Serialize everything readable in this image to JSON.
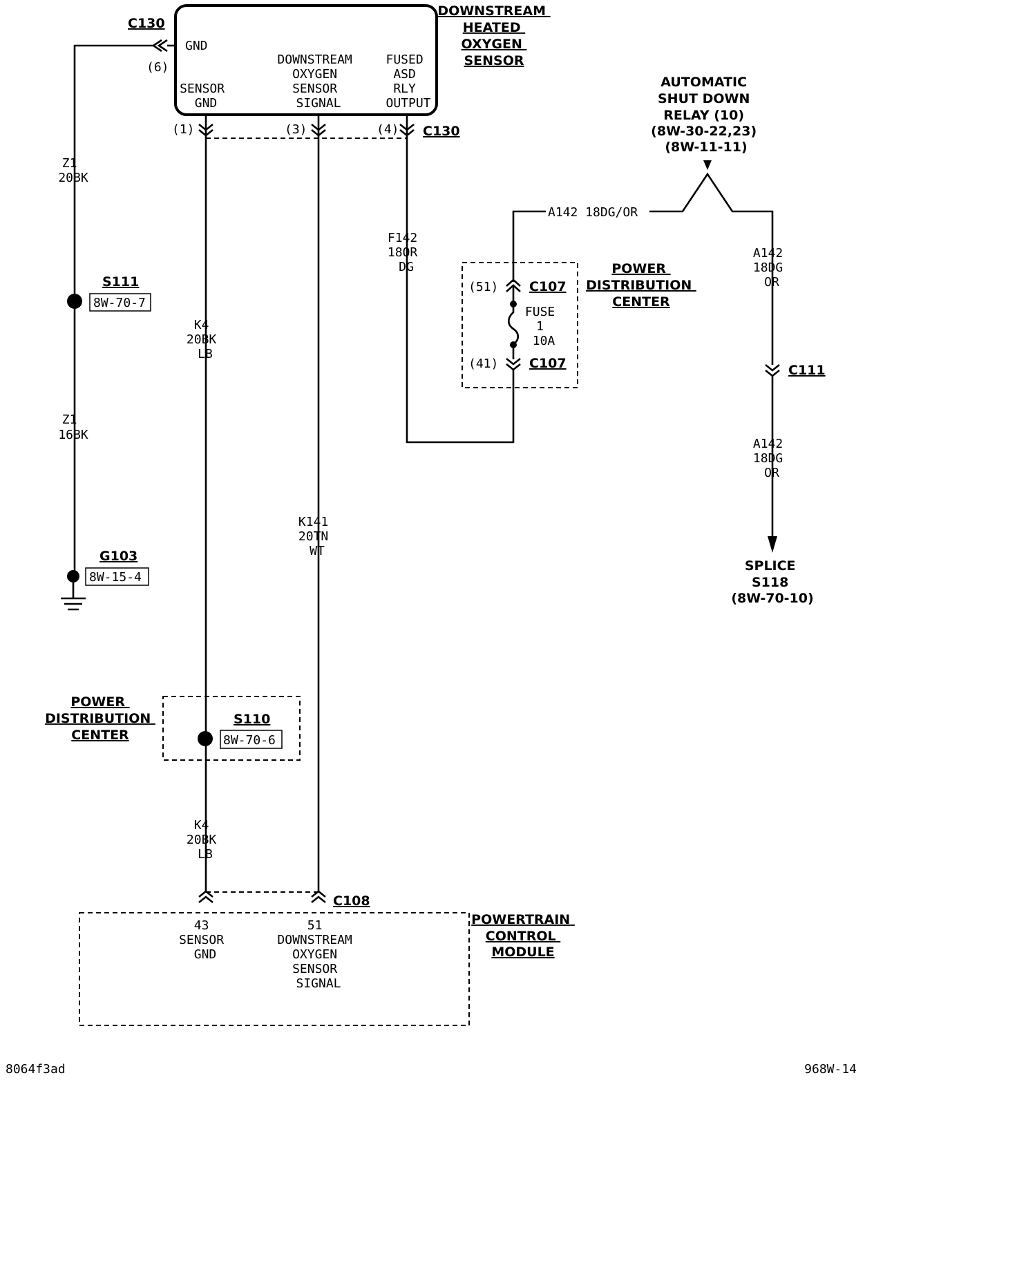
{
  "sensor": {
    "title": [
      "DOWNSTREAM",
      "HEATED",
      "OXYGEN",
      "SENSOR"
    ],
    "pin_gnd": "GND",
    "pin_sensor_gnd": [
      "SENSOR",
      "GND"
    ],
    "pin_signal": [
      "DOWNSTREAM",
      "OXYGEN",
      "SENSOR",
      "SIGNAL"
    ],
    "pin_fused": [
      "FUSED",
      "ASD",
      "RLY",
      "OUTPUT"
    ]
  },
  "connectors": {
    "c130_top": "C130",
    "c130_right": "C130",
    "pin6": "(6)",
    "pin1": "(1)",
    "pin3": "(3)",
    "pin4": "(4)",
    "c107_a": "C107",
    "c107_b": "C107",
    "pin51": "(51)",
    "pin41": "(41)",
    "c111": "C111",
    "c108": "C108"
  },
  "wires": {
    "z1_20bk": [
      "Z1",
      "20BK"
    ],
    "z1_16bk": [
      "Z1",
      "16BK"
    ],
    "k4_upper": [
      "K4",
      "20BK",
      "LB"
    ],
    "k4_lower": [
      "K4",
      "20BK",
      "LB"
    ],
    "k141": [
      "K141",
      "20TN",
      "WT"
    ],
    "f142": [
      "F142",
      "18OR",
      "DG"
    ],
    "a142_top": "A142 18DG/OR",
    "a142_right_upper": [
      "A142",
      "18DG",
      "OR"
    ],
    "a142_right_lower": [
      "A142",
      "18DG",
      "OR"
    ]
  },
  "splices": {
    "s111": "S111",
    "s111_ref": "8W-70-7",
    "g103": "G103",
    "g103_ref": "8W-15-4",
    "s110": "S110",
    "s110_ref": "8W-70-6"
  },
  "pdc_top": {
    "title": [
      "POWER",
      "DISTRIBUTION",
      "CENTER"
    ],
    "fuse": [
      "FUSE",
      "1",
      "10A"
    ]
  },
  "pdc_left": {
    "title": [
      "POWER",
      "DISTRIBUTION",
      "CENTER"
    ]
  },
  "asd_relay": {
    "label": [
      "AUTOMATIC",
      "SHUT DOWN",
      "RELAY (10)",
      "(8W-30-22,23)",
      "(8W-11-11)"
    ]
  },
  "splice_s118": {
    "label": [
      "SPLICE",
      "S118",
      "(8W-70-10)"
    ]
  },
  "pcm": {
    "title": [
      "POWERTRAIN",
      "CONTROL",
      "MODULE"
    ],
    "pin43": [
      "43",
      "SENSOR",
      "GND"
    ],
    "pin51": [
      "51",
      "DOWNSTREAM",
      "OXYGEN",
      "SENSOR",
      "SIGNAL"
    ]
  },
  "footer": {
    "left_code": "8064f3ad",
    "right_code": "968W-14"
  }
}
